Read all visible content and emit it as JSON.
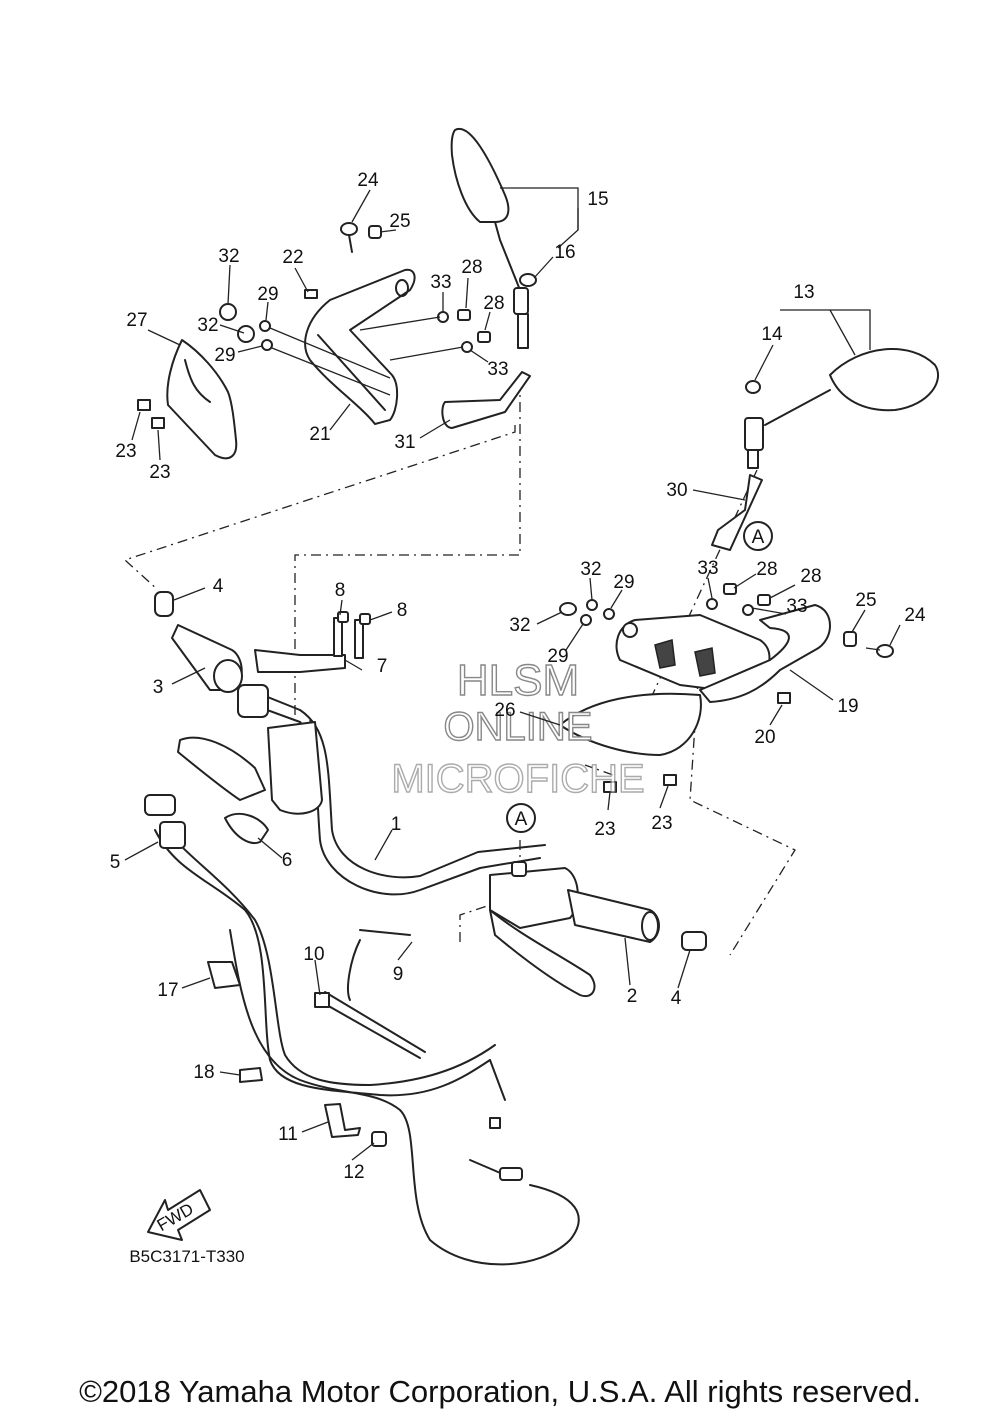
{
  "callouts": [
    "1",
    "2",
    "3",
    "4",
    "5",
    "6",
    "7",
    "8",
    "9",
    "10",
    "11",
    "12",
    "13",
    "14",
    "15",
    "16",
    "17",
    "18",
    "19",
    "20",
    "21",
    "22",
    "23",
    "24",
    "25",
    "26",
    "27",
    "28",
    "29",
    "30",
    "31",
    "32",
    "33"
  ],
  "reference_marker": "A",
  "watermark": {
    "line1": "HLSM",
    "line2": "ONLINE",
    "line3": "MICROFICHE"
  },
  "direction_label": "FWD",
  "diagram_code": "B5C3171-T330",
  "copyright": "©2018 Yamaha Motor Corporation, U.S.A. All rights reserved."
}
